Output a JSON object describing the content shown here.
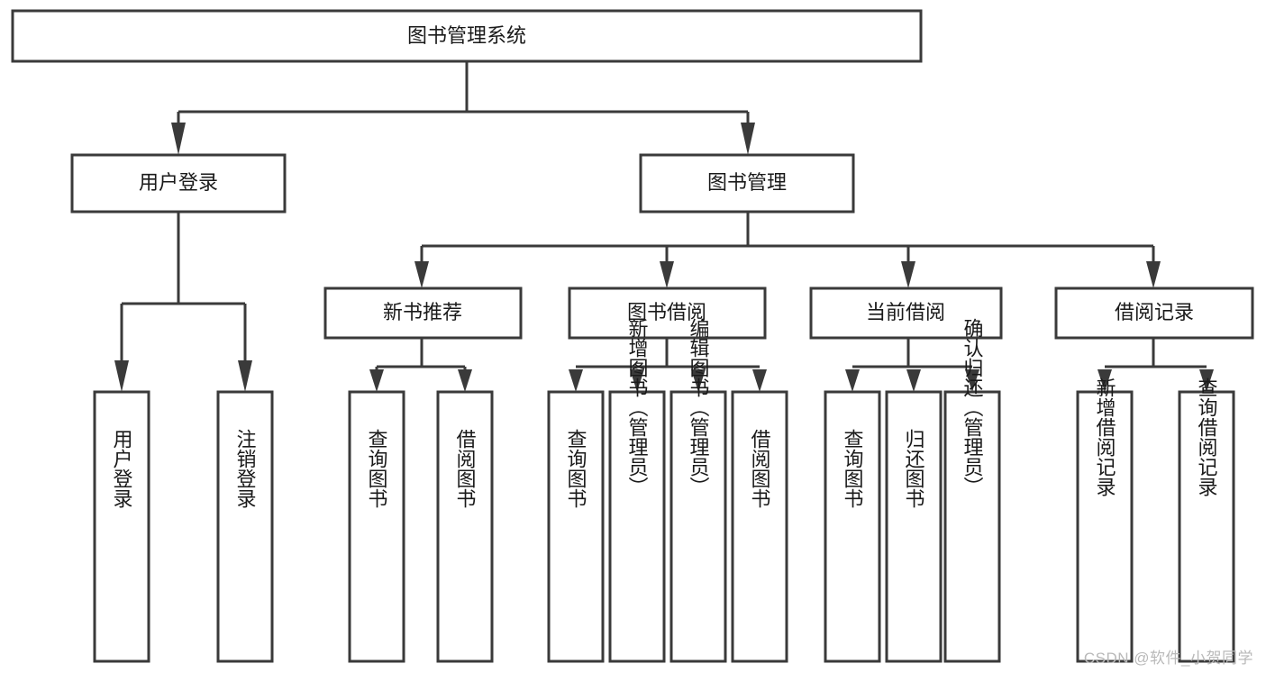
{
  "diagram": {
    "type": "tree-hierarchy-chart",
    "title": "图书管理系统",
    "watermark": "CSDN @软件_小贺同学",
    "colors": {
      "stroke": "#3a3a3a",
      "fill": "#ffffff",
      "text": "#1a1a1a",
      "watermark": "#b9b9b9"
    },
    "levels": [
      {
        "level": 0,
        "nodes": [
          {
            "id": "root",
            "label": "图书管理系统",
            "orientation": "horizontal"
          }
        ]
      },
      {
        "level": 1,
        "nodes": [
          {
            "id": "user-login",
            "label": "用户登录",
            "orientation": "horizontal",
            "parent": "root"
          },
          {
            "id": "book-manage",
            "label": "图书管理",
            "orientation": "horizontal",
            "parent": "root"
          }
        ]
      },
      {
        "level": 2,
        "nodes": [
          {
            "id": "new-book-rec",
            "label": "新书推荐",
            "orientation": "horizontal",
            "parent": "book-manage"
          },
          {
            "id": "book-borrow",
            "label": "图书借阅",
            "orientation": "horizontal",
            "parent": "book-manage"
          },
          {
            "id": "current-borrow",
            "label": "当前借阅",
            "orientation": "horizontal",
            "parent": "book-manage"
          },
          {
            "id": "borrow-record",
            "label": "借阅记录",
            "orientation": "horizontal",
            "parent": "book-manage"
          }
        ]
      },
      {
        "level": 3,
        "nodes": [
          {
            "id": "leaf-user-login",
            "label": "用户登录",
            "orientation": "vertical",
            "parent": "user-login"
          },
          {
            "id": "leaf-user-logout",
            "label": "注销登录",
            "orientation": "vertical",
            "parent": "user-login"
          },
          {
            "id": "leaf-rec-query",
            "label": "查询图书",
            "orientation": "vertical",
            "parent": "new-book-rec"
          },
          {
            "id": "leaf-rec-borrow",
            "label": "借阅图书",
            "orientation": "vertical",
            "parent": "new-book-rec"
          },
          {
            "id": "leaf-borrow-query",
            "label": "查询图书",
            "orientation": "vertical",
            "parent": "book-borrow"
          },
          {
            "id": "leaf-borrow-add",
            "label": "新增图书（管理员）",
            "orientation": "vertical",
            "parent": "book-borrow"
          },
          {
            "id": "leaf-borrow-edit",
            "label": "编辑图书（管理员）",
            "orientation": "vertical",
            "parent": "book-borrow"
          },
          {
            "id": "leaf-borrow-lend",
            "label": "借阅图书",
            "orientation": "vertical",
            "parent": "book-borrow"
          },
          {
            "id": "leaf-cur-query",
            "label": "查询图书",
            "orientation": "vertical",
            "parent": "current-borrow"
          },
          {
            "id": "leaf-cur-return",
            "label": "归还图书",
            "orientation": "vertical",
            "parent": "current-borrow"
          },
          {
            "id": "leaf-cur-confirm",
            "label": "确认归还（管理员）",
            "orientation": "vertical",
            "parent": "current-borrow"
          },
          {
            "id": "leaf-rec-add",
            "label": "新增借阅记录",
            "orientation": "vertical",
            "parent": "borrow-record"
          },
          {
            "id": "leaf-rec-search",
            "label": "查询借阅记录",
            "orientation": "vertical",
            "parent": "borrow-record"
          }
        ]
      }
    ]
  }
}
